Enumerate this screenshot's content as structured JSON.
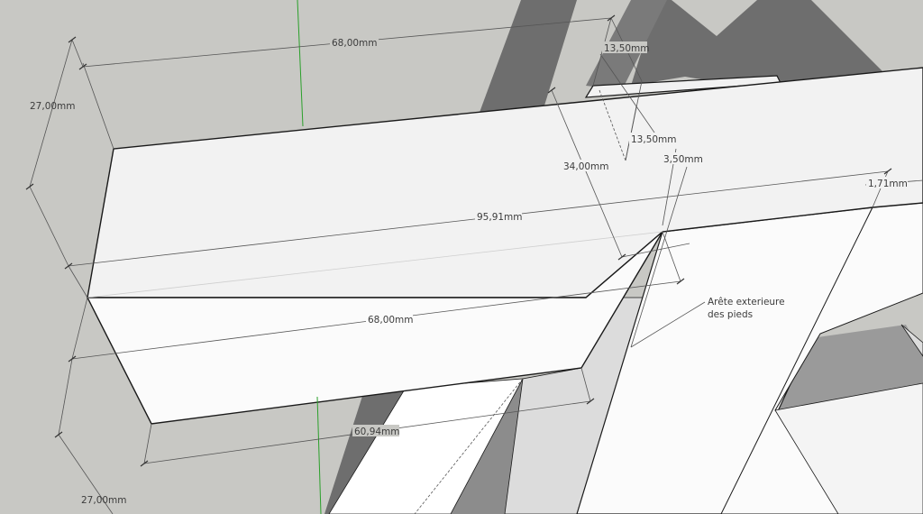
{
  "scene": {
    "colors": {
      "background": "#c8c8c4",
      "shadow_dark": "#6e6e6e",
      "shadow_mid": "#8c8c8c",
      "face_light": "#f2f2f2",
      "face_white": "#fbfbfb",
      "face_shade": "#d6d6d6",
      "edge": "#1a1a1a",
      "dimension_line": "#555555",
      "axis_green": "#2aa02a"
    }
  },
  "dimensions": {
    "top_width": "68,00mm",
    "top_offset_a": "13,50mm",
    "top_offset_b": "13,50mm",
    "small_offset": "3,50mm",
    "height_34": "34,00mm",
    "length_total": "95,91mm",
    "edge_offset": "1,71mm",
    "depth_left_top": "27,00mm",
    "front_width": "68,00mm",
    "bottom_width": "60,94mm",
    "depth_left_bottom": "27,00mm"
  },
  "annotation": {
    "line1": "Arête exterieure",
    "line2": "des pieds"
  }
}
